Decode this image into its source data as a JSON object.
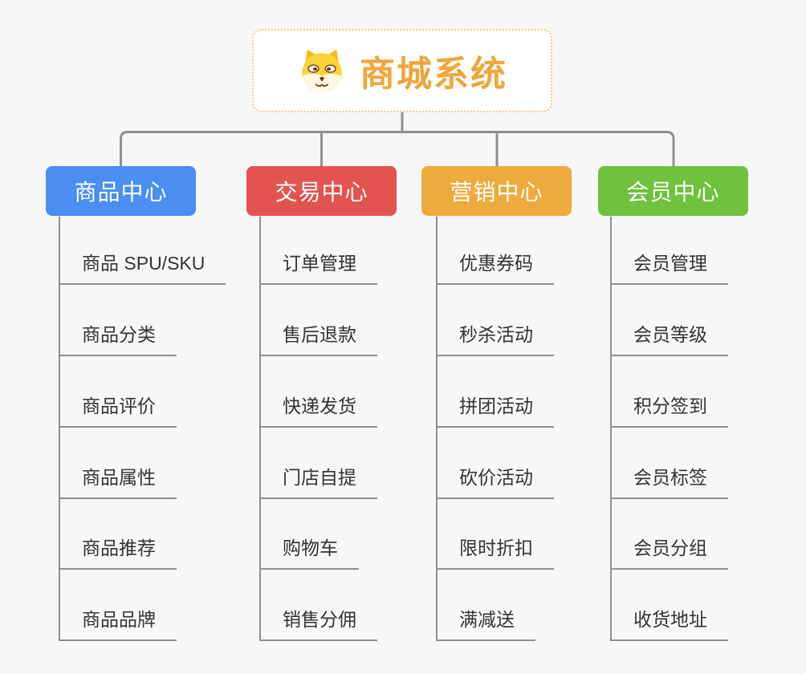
{
  "page": {
    "background_color": "#f7f7f7",
    "connector_color": "#8f8f8f"
  },
  "root": {
    "title": "商城系统",
    "title_color": "#f0a63c",
    "border_color": "#f3c87c",
    "icon": "dog-icon"
  },
  "branches": [
    {
      "label": "商品中心",
      "color": "#4b8df0",
      "items": [
        "商品 SPU/SKU",
        "商品分类",
        "商品评价",
        "商品属性",
        "商品推荐",
        "商品品牌"
      ]
    },
    {
      "label": "交易中心",
      "color": "#e35451",
      "items": [
        "订单管理",
        "售后退款",
        "快递发货",
        "门店自提",
        "购物车",
        "销售分佣"
      ]
    },
    {
      "label": "营销中心",
      "color": "#edaa3e",
      "items": [
        "优惠券码",
        "秒杀活动",
        "拼团活动",
        "砍价活动",
        "限时折扣",
        "满减送"
      ]
    },
    {
      "label": "会员中心",
      "color": "#6fc13e",
      "items": [
        "会员管理",
        "会员等级",
        "积分签到",
        "会员标签",
        "会员分组",
        "收货地址"
      ]
    }
  ]
}
